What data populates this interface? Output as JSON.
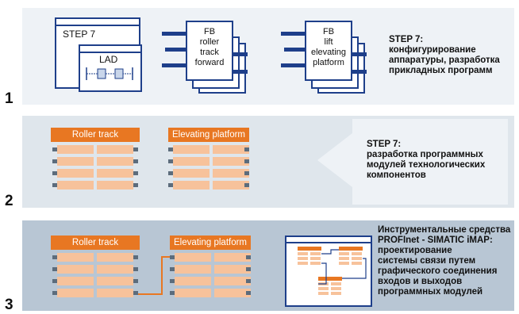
{
  "steps": [
    {
      "number": "1",
      "software_window": {
        "title": "STEP 7",
        "sub_window_title": "LAD"
      },
      "function_blocks": [
        {
          "lines": [
            "FB",
            "roller",
            "track",
            "forward"
          ]
        },
        {
          "lines": [
            "FB",
            "lift",
            "elevating",
            "platform"
          ]
        }
      ],
      "description": [
        "STEP 7:",
        "конфигурирование",
        "аппаратуры, разработка",
        "прикладных программ"
      ]
    },
    {
      "number": "2",
      "components": [
        {
          "label": "Roller track"
        },
        {
          "label": "Elevating platform"
        }
      ],
      "description": [
        "STEP 7:",
        "разработка программных",
        "модулей технологических",
        "компонентов"
      ]
    },
    {
      "number": "3",
      "components": [
        {
          "label": "Roller track"
        },
        {
          "label": "Elevating platform"
        }
      ],
      "description": [
        "Инструментальные средства",
        "PROFInet - SIMATIC iMAP:",
        "проектирование",
        "системы связи путем",
        "графического соединения",
        "входов и выходов",
        "программных модулей"
      ]
    }
  ],
  "colors": {
    "accent_orange": "#e87722",
    "cell_peach": "#f7c29b",
    "outline_blue": "#1e3f8a"
  }
}
